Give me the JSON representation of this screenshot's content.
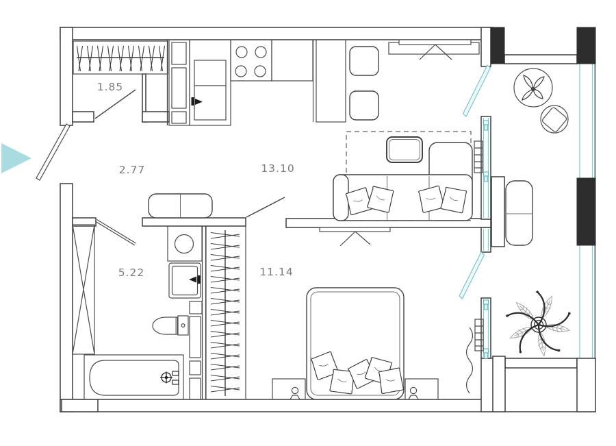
{
  "plan": {
    "type": "apartment-floor-plan",
    "accent_color": "#7fccd3",
    "entry_arrow_color": "#a9dce1",
    "wall_color": "#3d3d3d",
    "rooms": [
      {
        "name": "closet",
        "area": "1.85"
      },
      {
        "name": "hallway",
        "area": "2.77"
      },
      {
        "name": "kitchen-living-room",
        "area": "13.10"
      },
      {
        "name": "bathroom",
        "area": "5.22"
      },
      {
        "name": "bedroom",
        "area": "11.14"
      }
    ],
    "furniture_icons": [
      "entry-arrow",
      "hall-wardrobe-rail",
      "kitchen-tall-cabinet",
      "kitchen-sink",
      "stove-4-burner",
      "bar-table",
      "dining-chair",
      "wall-tv",
      "dashed-rug",
      "coffee-table",
      "corner-sofa",
      "sofa-pillows",
      "radiator",
      "balcony-door",
      "round-table-flower",
      "balcony-chair",
      "balcony-bench",
      "potted-plant",
      "hall-bench",
      "ventilation-shaft",
      "washing-machine",
      "bathroom-sink",
      "toilet",
      "bathtub",
      "shelf-column",
      "bedroom-wardrobe-rail",
      "bed",
      "bed-pillows",
      "nightstand",
      "table-lamp",
      "curtain",
      "window-handle"
    ]
  }
}
